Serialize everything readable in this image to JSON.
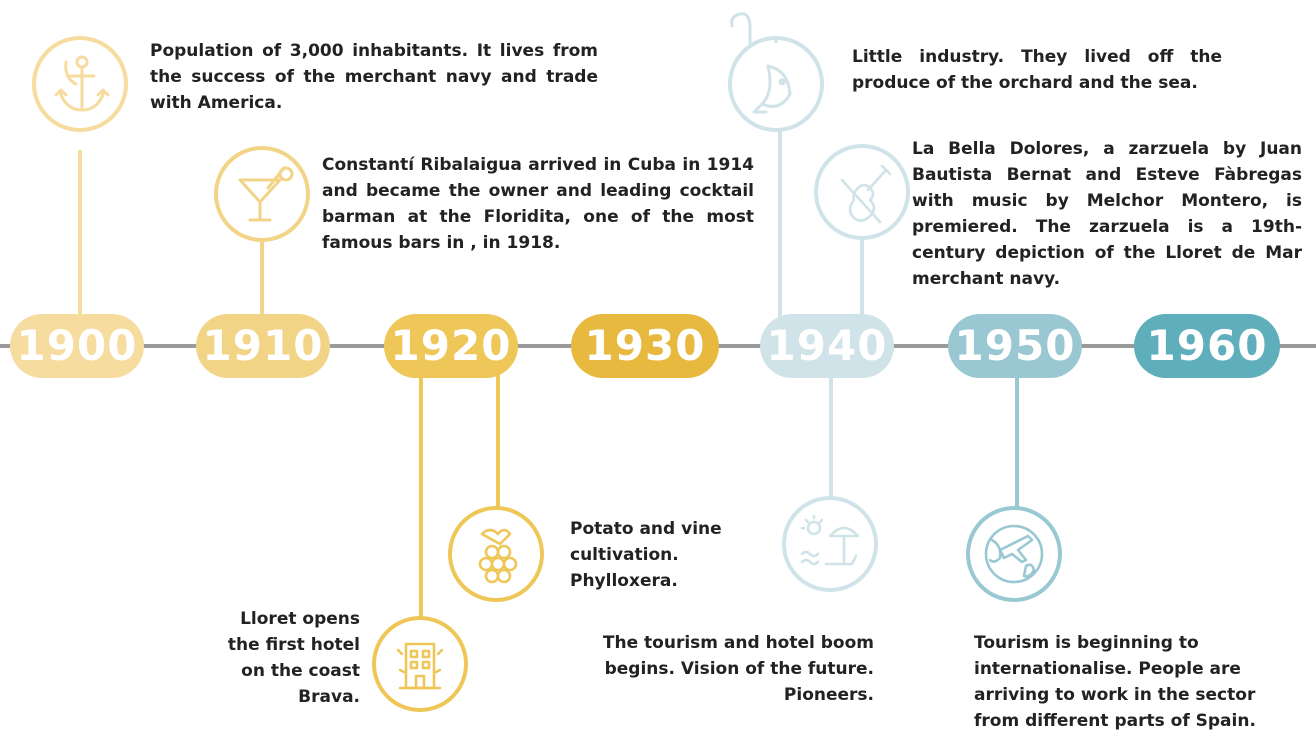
{
  "colors": {
    "c1900": "#f6dc9e",
    "c1910": "#f2d487",
    "c1920": "#eec758",
    "c1930": "#e8b93f",
    "c1940": "#cfe3e8",
    "c1950": "#99c8d3",
    "c1960": "#5eaebb",
    "axis": "#9a9a9a"
  },
  "decades": [
    {
      "label": "1900"
    },
    {
      "label": "1910"
    },
    {
      "label": "1920"
    },
    {
      "label": "1930"
    },
    {
      "label": "1940"
    },
    {
      "label": "1950"
    },
    {
      "label": "1960"
    }
  ],
  "events": {
    "e1900_merchant": {
      "icon": "anchor-icon",
      "text": "Population of 3,000 inhabitants. It lives from the success of the merchant navy and trade with America."
    },
    "e1910_cocktail": {
      "icon": "cocktail-icon",
      "text": "Constantí Ribalaigua arrived in Cuba in 1914 and became the owner and leading cocktail barman at the Floridita, one of the most famous bars in , in 1918."
    },
    "e1920_hotel": {
      "icon": "hotel-icon",
      "text": "Lloret opens the first hotel on the coast Brava."
    },
    "e1920_vine": {
      "icon": "grapes-icon",
      "text": "Potato and vine cultivation. Phylloxera."
    },
    "e1940_fish": {
      "icon": "fish-hook-icon",
      "text": "Little industry. They lived off the produce of the orchard and the sea."
    },
    "e1940_violin": {
      "icon": "violin-icon",
      "text": "La Bella Dolores, a zarzuela by Juan Bautista Bernat and Esteve Fàbregas with music by Melchor Montero, is premiered. The zarzuela is a 19th-century depiction of the Lloret de Mar merchant navy."
    },
    "e1940_tourism": {
      "icon": "beach-icon",
      "text": "The tourism and hotel boom begins. Vision of the future. Pioneers."
    },
    "e1950_global": {
      "icon": "globe-plane-icon",
      "text": "Tourism is beginning to internationalise. People are arriving to work in the sector from different parts of Spain."
    }
  }
}
